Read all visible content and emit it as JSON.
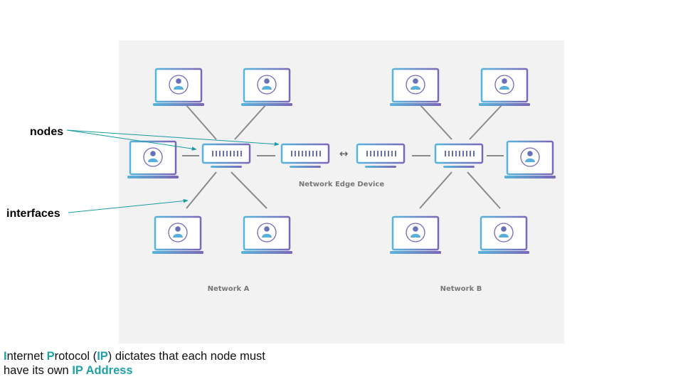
{
  "labels": {
    "nodes": "nodes",
    "interfaces": "interfaces",
    "edge_device": "Network Edge Device",
    "network_a": "Network A",
    "network_b": "Network B",
    "arrow": "↔"
  },
  "caption": {
    "l1_i": "I",
    "l1_a": "nternet ",
    "l1_p": "P",
    "l1_b": "rotocol (",
    "l1_ip": "IP",
    "l1_c": ") dictates that each node must",
    "l2_a": "have its own ",
    "l2_ip": "IP Address"
  },
  "colors": {
    "panel": "#f2f2f2",
    "accent": "#20a0a8",
    "laptop_blue": "#58b4dc",
    "laptop_purple": "#7a68b8",
    "line": "#888888"
  }
}
